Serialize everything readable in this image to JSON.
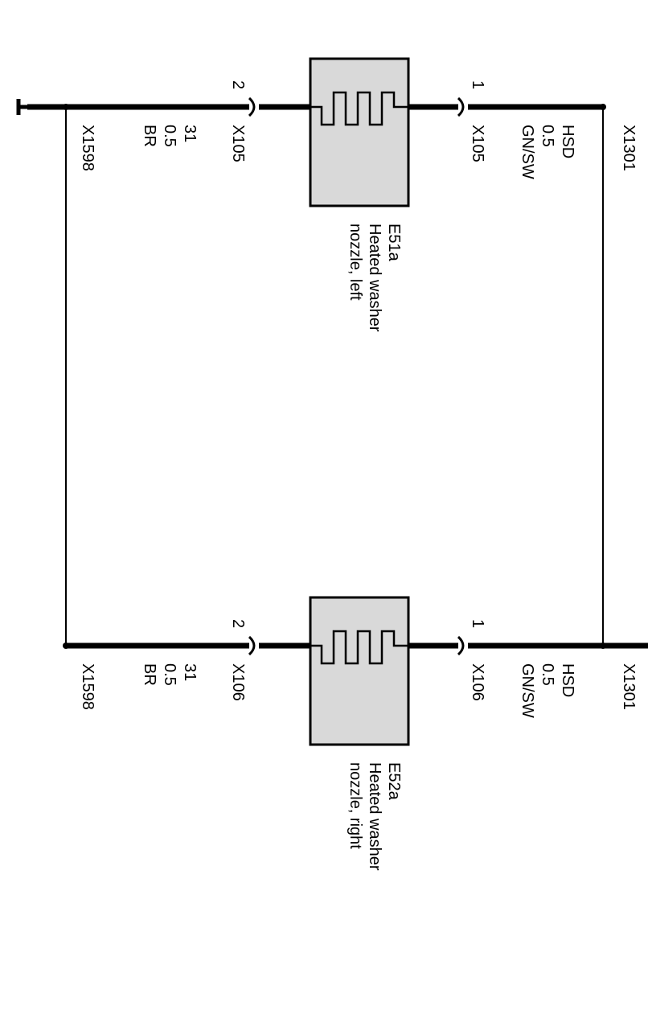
{
  "components": [
    {
      "id": "E51a",
      "description_lines": [
        "Heated washer",
        "nozzle, left"
      ],
      "connector": "X105",
      "pin_top": "1",
      "pin_bottom": "2"
    },
    {
      "id": "E52a",
      "description_lines": [
        "Heated washer",
        "nozzle, right"
      ],
      "connector": "X106",
      "pin_top": "1",
      "pin_bottom": "2"
    }
  ],
  "supply_wire": {
    "signal": "HSD",
    "gauge": "0.5",
    "color": "GN/SW",
    "node": "X1301"
  },
  "ground_wire": {
    "signal": "31",
    "gauge": "0.5",
    "color": "BR",
    "node": "X1598"
  }
}
